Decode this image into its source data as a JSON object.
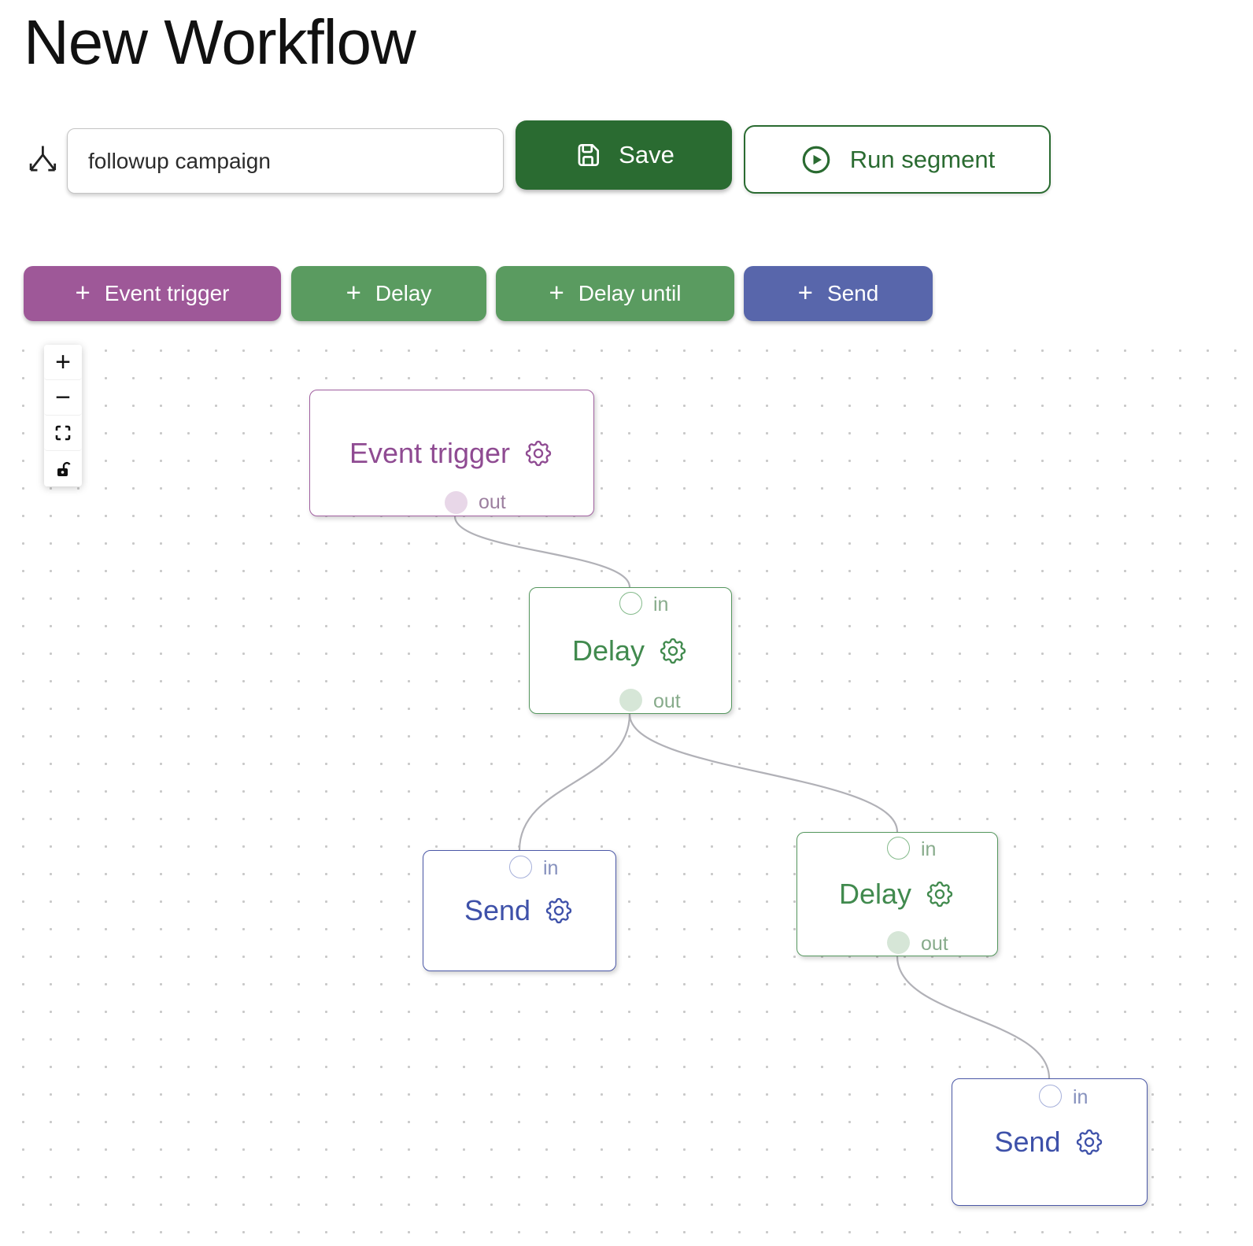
{
  "page": {
    "title": "New Workflow"
  },
  "toolbar": {
    "name_input": {
      "value": "followup campaign"
    },
    "save_label": "Save",
    "run_label": "Run segment"
  },
  "palette": {
    "plus": "+",
    "items": [
      {
        "label": "Event trigger",
        "color": "#9e5898"
      },
      {
        "label": "Delay",
        "color": "#5a9b60"
      },
      {
        "label": "Delay until",
        "color": "#5a9b60"
      },
      {
        "label": "Send",
        "color": "#5866ab"
      }
    ]
  },
  "canvas_controls": {
    "zoom_in_glyph": "+",
    "zoom_out_glyph": "−",
    "items": [
      "zoom-in",
      "zoom-out",
      "fit-view",
      "toggle-interactivity"
    ]
  },
  "flow": {
    "edge_color": "#b1b1b7",
    "nodes": [
      {
        "id": "event-trigger-1",
        "type": "event-trigger",
        "label": "Event trigger",
        "accent": "#8f4b92",
        "handles": {
          "out": "out"
        }
      },
      {
        "id": "delay-1",
        "type": "delay",
        "label": "Delay",
        "accent": "#418a4e",
        "handles": {
          "in": "in",
          "out": "out"
        }
      },
      {
        "id": "send-1",
        "type": "send",
        "label": "Send",
        "accent": "#3e51a9",
        "handles": {
          "in": "in"
        }
      },
      {
        "id": "delay-2",
        "type": "delay",
        "label": "Delay",
        "accent": "#418a4e",
        "handles": {
          "in": "in",
          "out": "out"
        }
      },
      {
        "id": "send-2",
        "type": "send",
        "label": "Send",
        "accent": "#3e51a9",
        "handles": {
          "in": "in"
        }
      }
    ],
    "edges": [
      {
        "from": "event-trigger-1",
        "to": "delay-1"
      },
      {
        "from": "delay-1",
        "to": "send-1"
      },
      {
        "from": "delay-1",
        "to": "delay-2"
      },
      {
        "from": "delay-2",
        "to": "send-2"
      }
    ]
  }
}
